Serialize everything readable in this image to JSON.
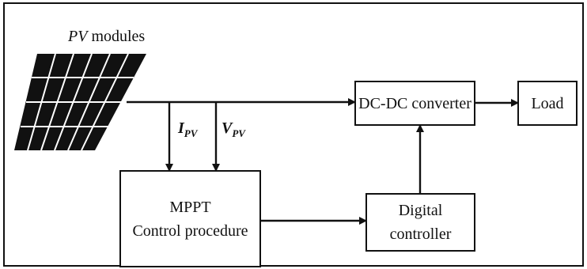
{
  "diagram": {
    "pv_symbol": "PV",
    "pv_suffix": " modules",
    "dc_dc_converter": "DC-DC converter",
    "load": "Load",
    "current_symbol": "I",
    "current_subscript": "PV",
    "voltage_symbol": "V",
    "voltage_subscript": "PV",
    "mppt_line1": "MPPT",
    "mppt_line2": "Control procedure",
    "controller_line1": "Digital",
    "controller_line2": "controller"
  },
  "colors": {
    "ink": "#111111",
    "background": "#ffffff"
  }
}
